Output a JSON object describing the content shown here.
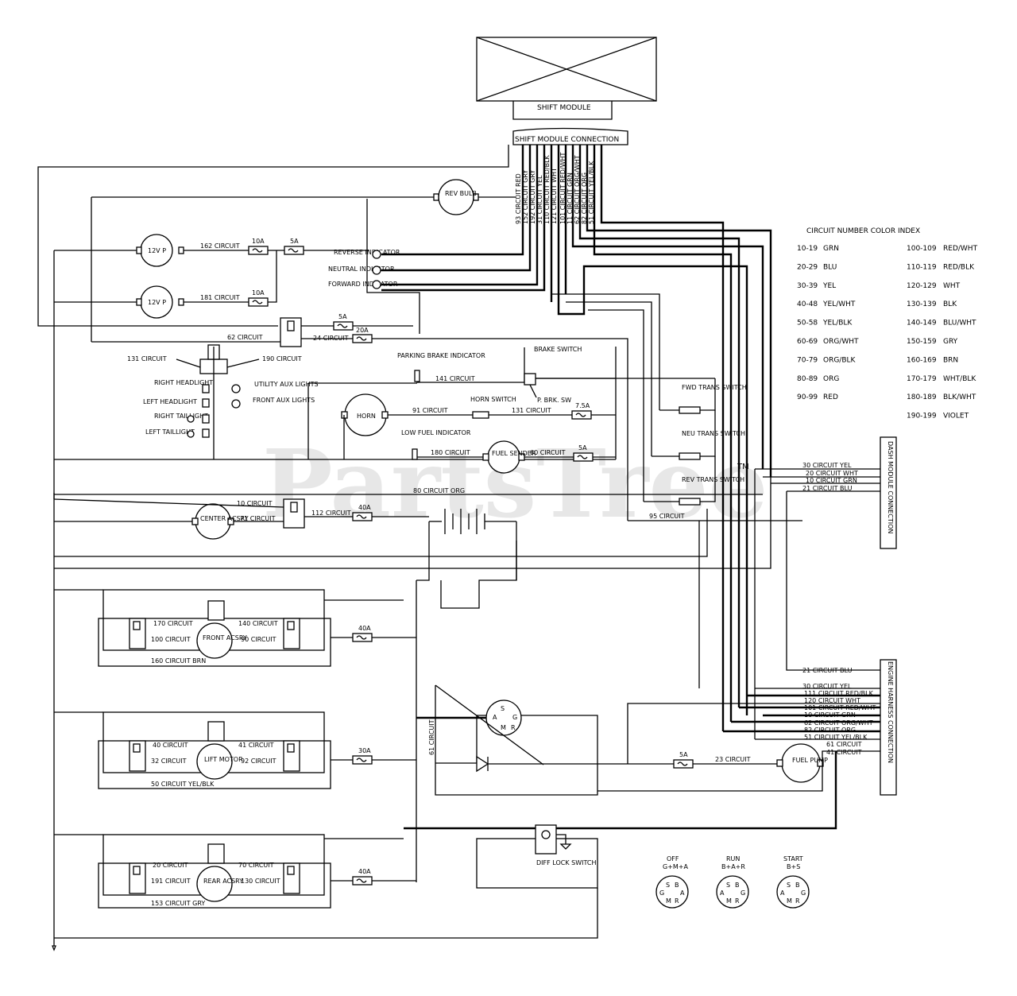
{
  "shift_module": {
    "label": "SHIFT MODULE",
    "connection_label": "SHIFT MODULE CONNECTION"
  },
  "dash_module": {
    "label": "DASH MODULE CONNECTION"
  },
  "engine_harness": {
    "label": "ENGINE HARNESS CONNECTION"
  },
  "watermark": {
    "text": "PartsTree",
    "tm": "TM"
  },
  "shift_circuits": [
    "93 CIRCUIT RED",
    "152 CIRCUIT GRY",
    "192 CIRCUIT GRY",
    "31 CIRCUIT YEL",
    "110 CIRCUIT RED/BLK",
    "121 CIRCUIT WHT",
    "101 CIRCUIT RED/WHT",
    "11 CIRCUIT GRN",
    "62 CIRCUIT ORG/WHT",
    "82 CIRCUIT ORG",
    "51 CIRCUIT YEL/BLK"
  ],
  "color_index": {
    "title": "CIRCUIT NUMBER COLOR INDEX",
    "left": [
      {
        "range": "10-19",
        "color": "GRN"
      },
      {
        "range": "20-29",
        "color": "BLU"
      },
      {
        "range": "30-39",
        "color": "YEL"
      },
      {
        "range": "40-48",
        "color": "YEL/WHT"
      },
      {
        "range": "50-58",
        "color": "YEL/BLK"
      },
      {
        "range": "60-69",
        "color": "ORG/WHT"
      },
      {
        "range": "70-79",
        "color": "ORG/BLK"
      },
      {
        "range": "80-89",
        "color": "ORG"
      },
      {
        "range": "90-99",
        "color": "RED"
      }
    ],
    "right": [
      {
        "range": "100-109",
        "color": "RED/WHT"
      },
      {
        "range": "110-119",
        "color": "RED/BLK"
      },
      {
        "range": "120-129",
        "color": "WHT"
      },
      {
        "range": "130-139",
        "color": "BLK"
      },
      {
        "range": "140-149",
        "color": "BLU/WHT"
      },
      {
        "range": "150-159",
        "color": "GRY"
      },
      {
        "range": "160-169",
        "color": "BRN"
      },
      {
        "range": "170-179",
        "color": "WHT/BLK"
      },
      {
        "range": "180-189",
        "color": "BLK/WHT"
      },
      {
        "range": "190-199",
        "color": "VIOLET"
      }
    ]
  },
  "components": {
    "rev_bulb": "REV BULB",
    "pump1": "12V P",
    "pump2": "12V P",
    "c162": "162 CIRCUIT",
    "c181": "181 CIRCUIT",
    "f10a": "10A",
    "f5a": "5A",
    "f20a": "20A",
    "f40a": "40A",
    "f30a": "30A",
    "f75a": "7.5A",
    "reverse_ind": "REVERSE INDICATOR",
    "neutral_ind": "NEUTRAL INDICATOR",
    "forward_ind": "FORWARD INDICATOR",
    "c62": "62 CIRCUIT",
    "c24": "24 CIRCUIT",
    "c131": "131 CIRCUIT",
    "c190": "190 CIRCUIT",
    "right_headlight": "RIGHT HEADLIGHT",
    "left_headlight": "LEFT HEADLIGHT",
    "right_taillight": "RIGHT TAILLIGHT",
    "left_taillight": "LEFT TAILLIGHT",
    "utility_aux": "UTILITY AUX LIGHTS",
    "front_aux": "FRONT AUX LIGHTS",
    "parking_brake_ind": "PARKING BRAKE INDICATOR",
    "c141": "141 CIRCUIT",
    "brake_switch": "BRAKE SWITCH",
    "p_brk_sw": "P. BRK. SW",
    "horn": "HORN",
    "c91": "91 CIRCUIT",
    "horn_switch": "HORN SWITCH",
    "c131b": "131 CIRCUIT",
    "low_fuel_ind": "LOW FUEL INDICATOR",
    "c180": "180 CIRCUIT",
    "fuel_sender": "FUEL SENDER",
    "c60": "60 CIRCUIT",
    "fwd_trans": "FWD TRANS SWITCH",
    "neu_trans": "NEU TRANS SWITCH",
    "rev_trans": "REV TRANS SWITCH",
    "c10": "10 CIRCUIT",
    "c71": "71 CIRCUIT",
    "c112": "112 CIRCUIT",
    "c80": "80 CIRCUIT ORG",
    "c95": "95 CIRCUIT",
    "center_acsry": "CENTER ACSRY",
    "dash_30": "30 CIRCUIT YEL",
    "dash_20": "20 CIRCUIT WHT",
    "dash_10": "10 CIRCUIT GRN",
    "dash_21": "21 CIRCUIT BLU",
    "c170": "170 CIRCUIT",
    "c140": "140 CIRCUIT",
    "c100": "100 CIRCUIT",
    "c90": "90 CIRCUIT",
    "front_acsry": "FRONT ACSRY",
    "c160": "160 CIRCUIT BRN",
    "c40": "40 CIRCUIT",
    "c41": "41 CIRCUIT",
    "c32": "32 CIRCUIT",
    "c92": "92 CIRCUIT",
    "lift_motor": "LIFT MOTOR",
    "c50": "50 CIRCUIT YEL/BLK",
    "c20": "20 CIRCUIT",
    "c70": "70 CIRCUIT",
    "c191": "191 CIRCUIT",
    "c130": "130 CIRCUIT",
    "rear_acsry": "REAR ACSRY",
    "c153": "153 CIRCUIT GRY",
    "c61": "61 CIRCUIT",
    "c23": "23 CIRCUIT",
    "fuel_pump": "FUEL PUMP",
    "diff_lock": "DIFF LOCK SWITCH",
    "eng_21": "21 CIRCUIT BLU",
    "eng_30": "30 CIRCUIT YEL",
    "eng_111": "111 CIRCUIT RED/BLK",
    "eng_120": "120 CIRCUIT WHT",
    "eng_101": "101 CIRCUIT RED/WHT",
    "eng_10": "10 CIRCUIT GRN",
    "eng_62": "62 CIRCUIT ORG/WHT",
    "eng_82": "82 CIRCUIT ORG",
    "eng_51": "51 CIRCUIT YEL/BLK",
    "eng_61": "61 CIRCUIT",
    "eng_41": "41 CIRCUIT"
  },
  "key_switch": {
    "off": {
      "label": "OFF",
      "combo": "G+M+A"
    },
    "run": {
      "label": "RUN",
      "combo": "B+A+R"
    },
    "start": {
      "label": "START",
      "combo": "B+S"
    },
    "letters": {
      "s": "S",
      "b": "B",
      "a": "A",
      "m": "M",
      "r": "R",
      "g": "G"
    }
  }
}
